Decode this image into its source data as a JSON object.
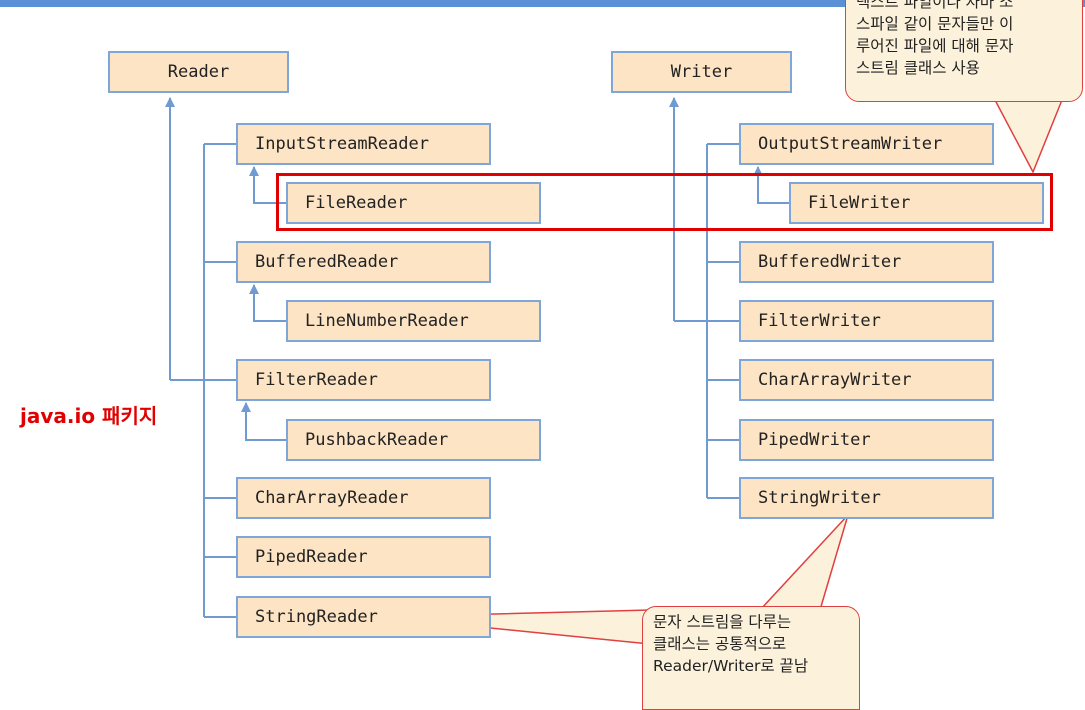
{
  "package_label": "java.io 패키지",
  "reader_root": "Reader",
  "reader_classes": [
    "InputStreamReader",
    "FileReader",
    "BufferedReader",
    "LineNumberReader",
    "FilterReader",
    "PushbackReader",
    "CharArrayReader",
    "PipedReader",
    "StringReader"
  ],
  "writer_root": "Writer",
  "writer_classes": [
    "OutputStreamWriter",
    "FileWriter",
    "BufferedWriter",
    "FilterWriter",
    "CharArrayWriter",
    "PipedWriter",
    "StringWriter"
  ],
  "note_top": "텍스트 파일이나 자바 소\n스파일 같이 문자들만 이\n루어진 파일에 대해 문자\n스트림 클래스 사용",
  "note_bottom": "문자 스트림을 다루는\n클래스는 공통적으로\nReader/Writer로 끝남",
  "colors": {
    "box_fill": "#fce4c4",
    "box_border": "#7ea6d8",
    "line": "#6f9bd1",
    "highlight": "#e00000",
    "note_fill": "#fcf2dc"
  }
}
